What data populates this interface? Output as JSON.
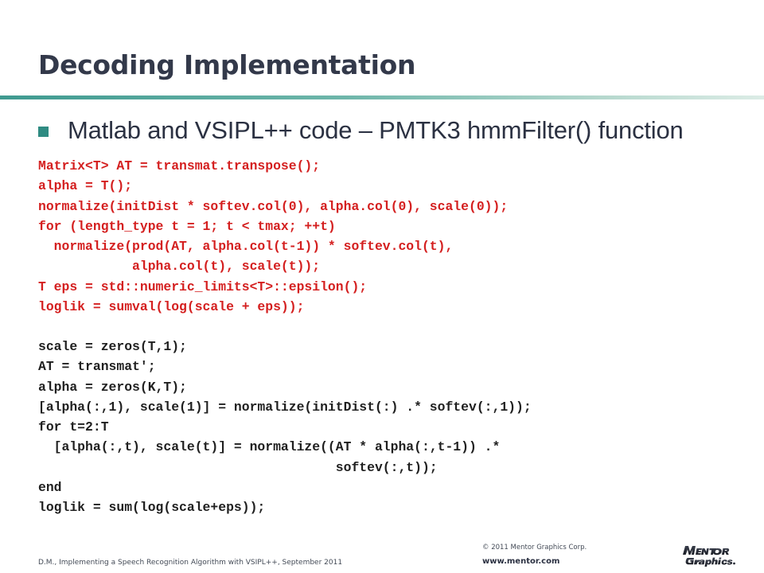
{
  "slide": {
    "title": "Decoding Implementation",
    "bullet": "Matlab and VSIPL++ code – PMTK3 hmmFilter() function"
  },
  "code_cpp": [
    "Matrix<T> AT = transmat.transpose();",
    "alpha = T();",
    "normalize(initDist * softev.col(0), alpha.col(0), scale(0));",
    "for (length_type t = 1; t < tmax; ++t)",
    "  normalize(prod(AT, alpha.col(t-1)) * softev.col(t),",
    "            alpha.col(t), scale(t));",
    "T eps = std::numeric_limits<T>::epsilon();",
    "loglik = sumval(log(scale + eps));"
  ],
  "code_matlab": [
    "scale = zeros(T,1);",
    "AT = transmat';",
    "alpha = zeros(K,T);",
    "[alpha(:,1), scale(1)] = normalize(initDist(:) .* softev(:,1));",
    "for t=2:T",
    "  [alpha(:,t), scale(t)] = normalize((AT * alpha(:,t-1)) .*",
    "                                      softev(:,t));",
    "end",
    "loglik = sum(log(scale+eps));"
  ],
  "footer": {
    "citation": "D.M., Implementing a Speech Recognition Algorithm with VSIPL++, September 2011",
    "copyright": "© 2011 Mentor Graphics Corp.",
    "url": "www.mentor.com",
    "logo_text": "Mentor Graphics"
  },
  "colors": {
    "title": "#33394a",
    "accent": "#2f8b82",
    "code_cpp": "#d41f1f",
    "code_matlab": "#1f1f1f"
  },
  "icons": {
    "bullet": "square-bullet-icon",
    "logo": "mentor-graphics-logo"
  }
}
